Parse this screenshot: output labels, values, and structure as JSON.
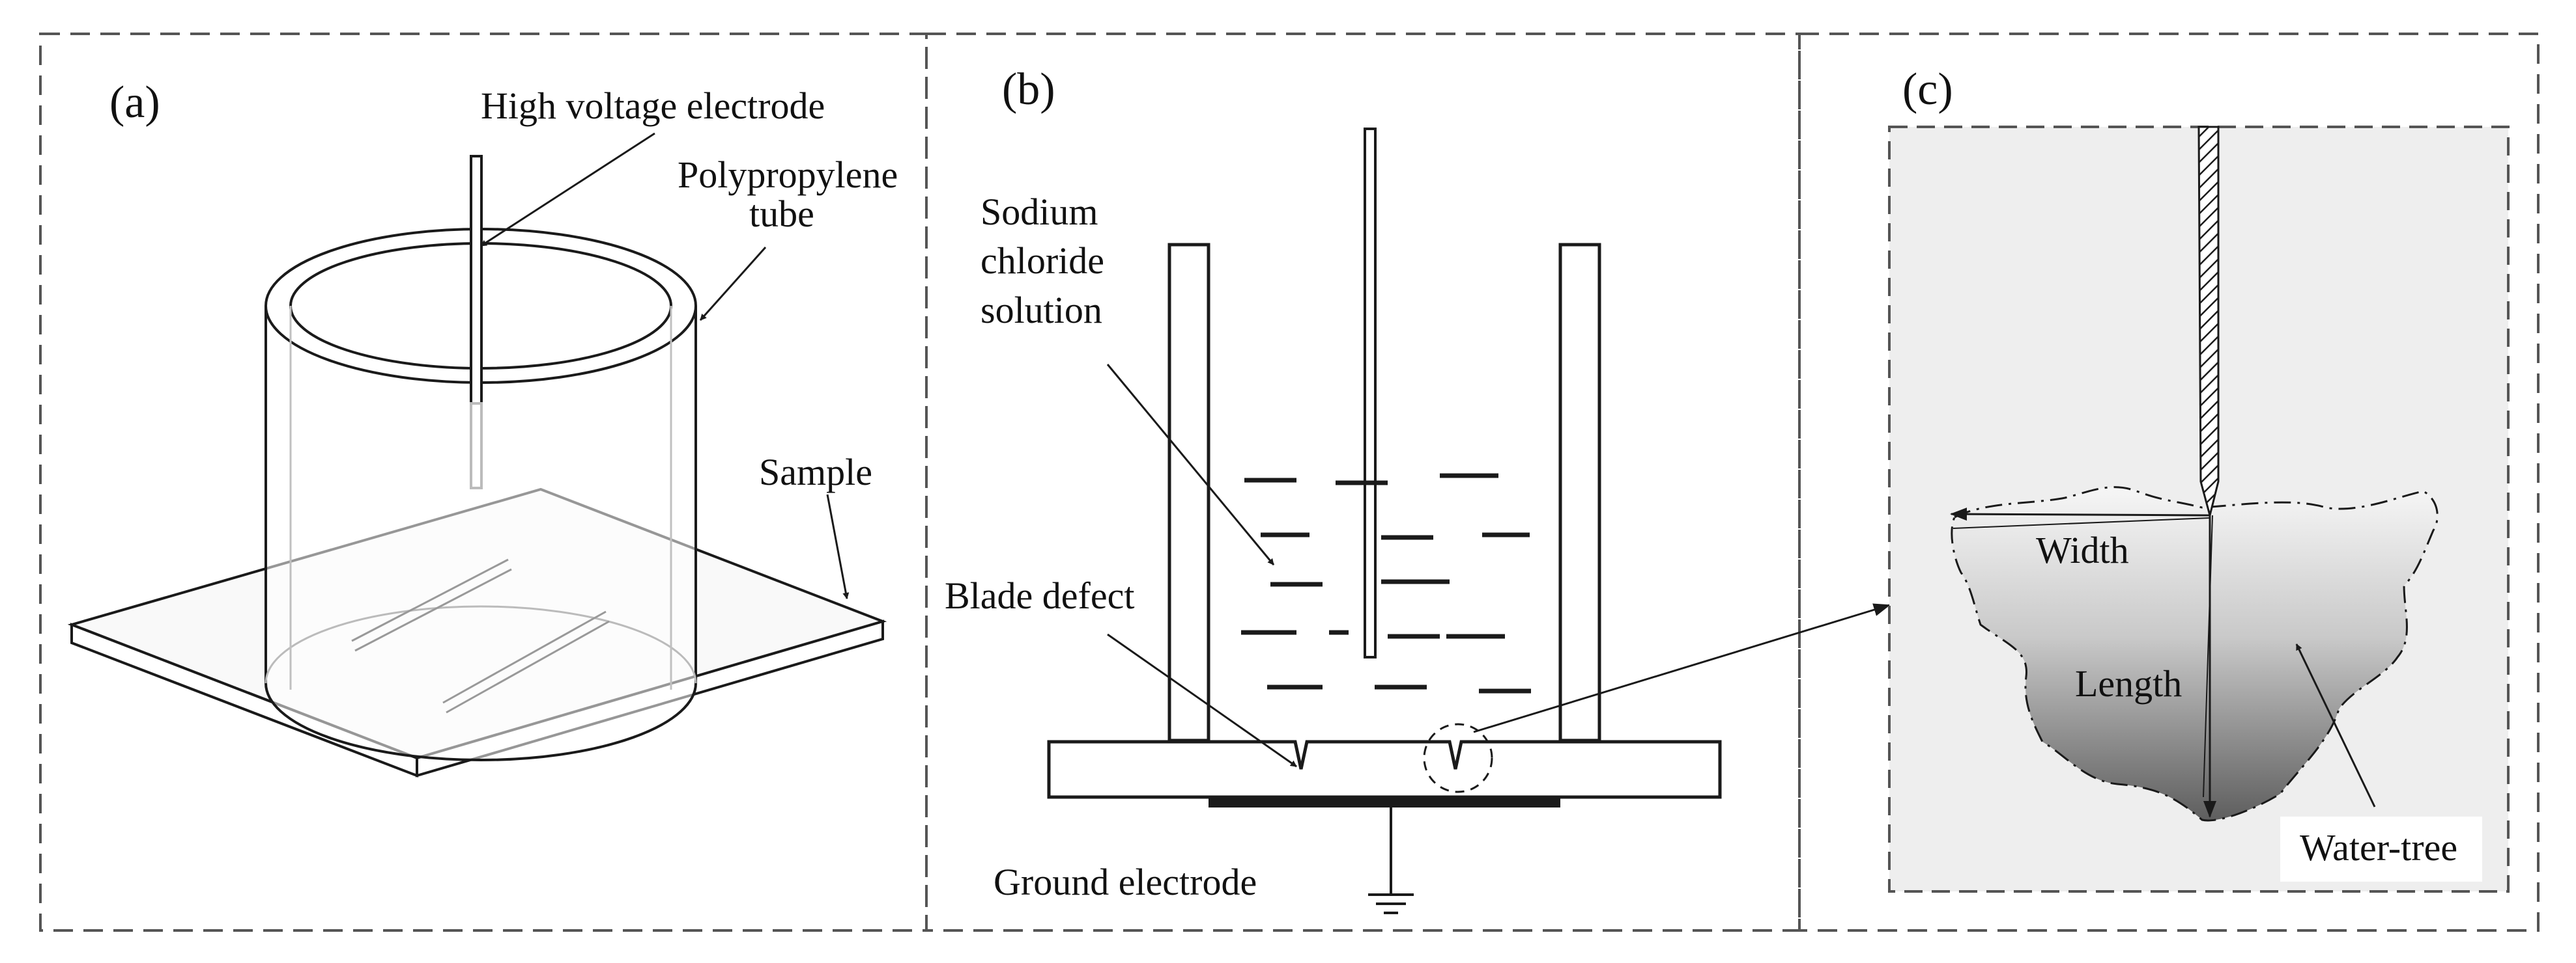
{
  "panels": {
    "a": {
      "label": "(a)",
      "callouts": {
        "electrode": "High voltage electrode",
        "tube_line1": "Polypropylene",
        "tube_line2": "tube",
        "sample": "Sample"
      }
    },
    "b": {
      "label": "(b)",
      "callouts": {
        "solution_line1": "Sodium",
        "solution_line2": "chloride",
        "solution_line3": "solution",
        "blade": "Blade defect",
        "ground": "Ground electrode"
      }
    },
    "c": {
      "label": "(c)",
      "callouts": {
        "width": "Width",
        "length": "Length",
        "water_tree": "Water-tree"
      }
    }
  },
  "colors": {
    "line": "#1a1a1a",
    "dash": "#555555",
    "panel_c_bg": "#eeeeee",
    "tree_top": "#f4f4f4",
    "tree_bottom": "#6a6a6a"
  }
}
